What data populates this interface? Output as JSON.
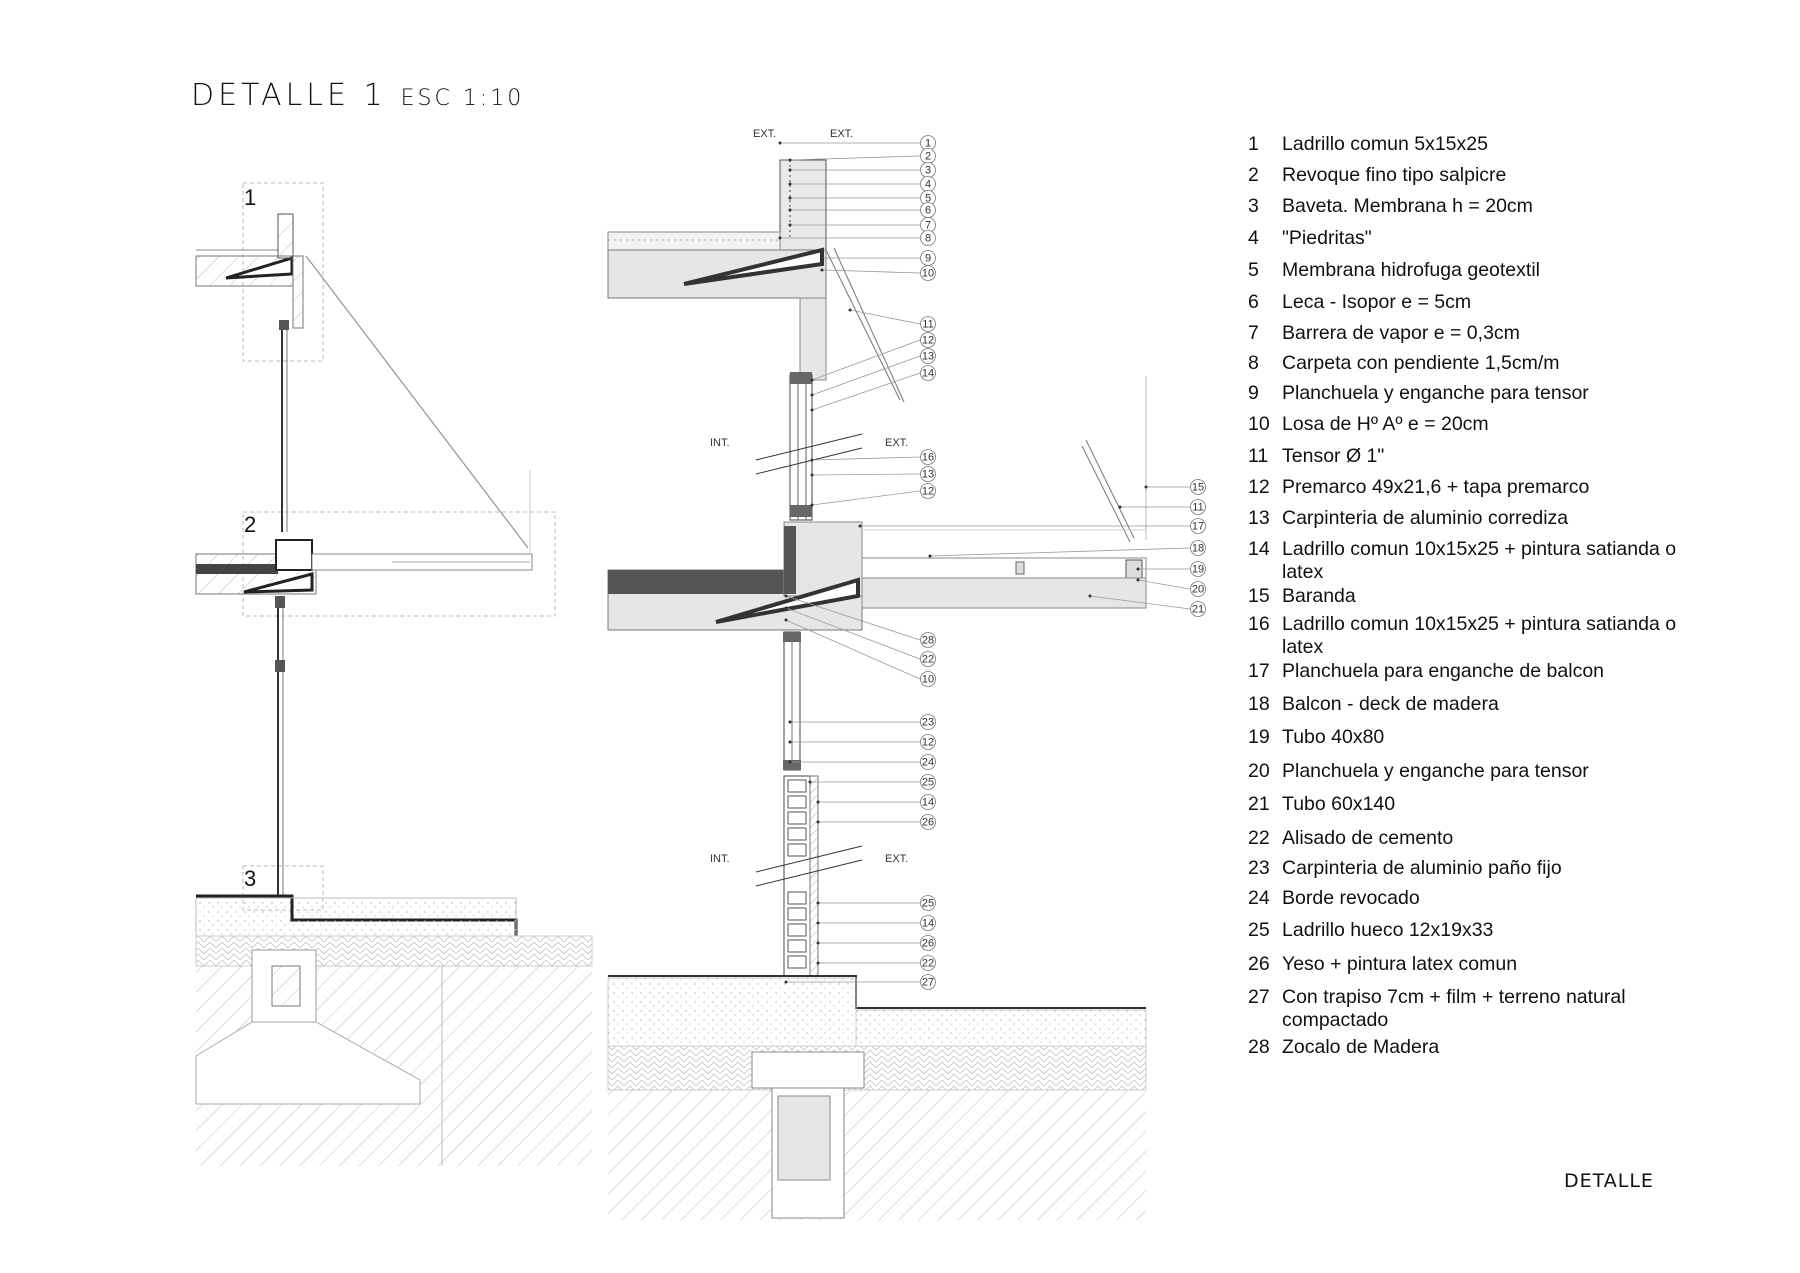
{
  "title": {
    "main": "DETALLE 1",
    "scale": "ESC 1:10"
  },
  "footer_label": "DETALLE",
  "key_view": {
    "markers": [
      "1",
      "2",
      "3"
    ]
  },
  "section_labels": {
    "ext_a": "EXT.",
    "ext_b": "EXT.",
    "int_upper": "INT.",
    "ext_upper": "EXT.",
    "int_lower": "INT.",
    "ext_lower": "EXT."
  },
  "callouts": [
    "1",
    "2",
    "3",
    "4",
    "5",
    "6",
    "7",
    "8",
    "9",
    "10",
    "11",
    "12",
    "13",
    "14",
    "16",
    "13",
    "12",
    "15",
    "11",
    "17",
    "18",
    "19",
    "20",
    "21",
    "28",
    "22",
    "10",
    "23",
    "12",
    "24",
    "25",
    "14",
    "26",
    "25",
    "14",
    "26",
    "22",
    "27"
  ],
  "legend": [
    {
      "num": "1",
      "text": "Ladrillo comun 5x15x25"
    },
    {
      "num": "2",
      "text": "Revoque fino tipo salpicre"
    },
    {
      "num": "3",
      "text": "Baveta. Membrana h = 20cm"
    },
    {
      "num": "4",
      "text": "\"Piedritas\""
    },
    {
      "num": "5",
      "text": "Membrana hidrofuga geotextil"
    },
    {
      "num": "6",
      "text": "Leca - Isopor e = 5cm"
    },
    {
      "num": "7",
      "text": "Barrera de vapor e = 0,3cm"
    },
    {
      "num": "8",
      "text": "Carpeta con pendiente 1,5cm/m"
    },
    {
      "num": "9",
      "text": "Planchuela y enganche para tensor"
    },
    {
      "num": "10",
      "text": "Losa de Hº Aº e = 20cm"
    },
    {
      "num": "11",
      "text": "Tensor Ø 1\""
    },
    {
      "num": "12",
      "text": "Premarco 49x21,6 + tapa premarco"
    },
    {
      "num": "13",
      "text": "Carpinteria de aluminio corrediza"
    },
    {
      "num": "14",
      "text": "Ladrillo comun 10x15x25 + pintura satianda o latex"
    },
    {
      "num": "15",
      "text": "Baranda"
    },
    {
      "num": "16",
      "text": "Ladrillo comun 10x15x25 + pintura satianda o latex"
    },
    {
      "num": "17",
      "text": "Planchuela para enganche de balcon"
    },
    {
      "num": "18",
      "text": "Balcon - deck de madera"
    },
    {
      "num": "19",
      "text": "Tubo 40x80"
    },
    {
      "num": "20",
      "text": "Planchuela y enganche para tensor"
    },
    {
      "num": "21",
      "text": "Tubo 60x140"
    },
    {
      "num": "22",
      "text": "Alisado de cemento"
    },
    {
      "num": "23",
      "text": "Carpinteria de aluminio paño fijo"
    },
    {
      "num": "24",
      "text": "Borde revocado"
    },
    {
      "num": "25",
      "text": "Ladrillo hueco 12x19x33"
    },
    {
      "num": "26",
      "text": "Yeso + pintura latex comun"
    },
    {
      "num": "27",
      "text": "Con trapiso 7cm + film + terreno natural compactado"
    },
    {
      "num": "28",
      "text": "Zocalo de Madera"
    }
  ]
}
